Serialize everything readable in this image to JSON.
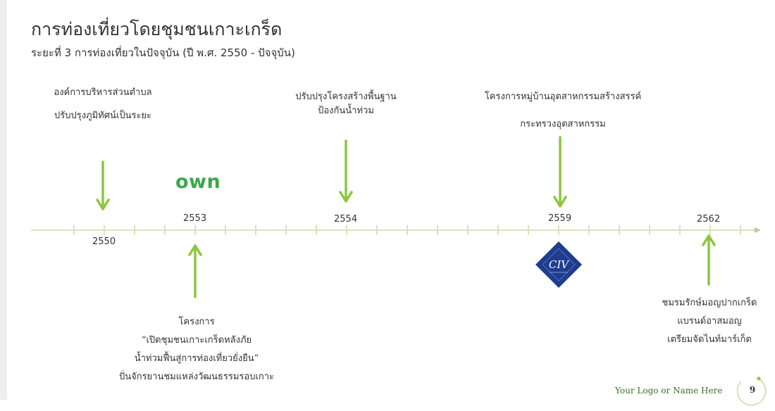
{
  "header": {
    "title": "การท่องเที่ยวโดยชุมชนเกาะเกร็ด",
    "subtitle": "ระยะที่ 3 การท่องเที่ยวในปัจจุบัน (ปี พ.ศ. 2550 - ปัจจุบัน)"
  },
  "timeline": {
    "years": [
      "2550",
      "2553",
      "2554",
      "2559",
      "2562"
    ],
    "events": [
      {
        "year": "2550",
        "lines": [
          "องค์การบริหารส่วนตำบล",
          "ปรับปรุงภูมิทัศน์เป็นระยะ"
        ]
      },
      {
        "year": "2553",
        "lines": [
          "โครงการ",
          "“เปิดชุมชนเกาะเกร็ดหลังภัย",
          "น้ำท่วมฟื้นสู่การท่องเที่ยวยั่งยืน”",
          "ปั่นจักรยานชมแหล่งวัฒนธรรมรอบเกาะ"
        ]
      },
      {
        "year": "2554",
        "lines": [
          "ปรับปรุงโครงสร้างพื้นฐาน",
          "ป้องกันน้ำท่วม"
        ]
      },
      {
        "year": "2559",
        "lines": [
          "โครงการหมู่บ้านอุตสาหกรรมสร้างสรรค์",
          "กระทรวงอุตสาหกรรม"
        ]
      },
      {
        "year": "2562",
        "lines": [
          "ชมรมรักษ์มอญปากเกร็ด",
          "แบรนด์อาสมอญ",
          "เตรียมจัดไนท์มาร์เก็ต"
        ]
      }
    ],
    "logos": {
      "own": "own",
      "civ": "CIV"
    }
  },
  "footer": {
    "logo_text": "Your Logo or Name Here",
    "page_number": "9"
  },
  "colors": {
    "arrow": "#8dc63f",
    "axis": "#c8dbaa",
    "own_logo": "#3aa84a",
    "civ_logo": "#1f3c8f",
    "footer_text": "#3c6e2a"
  }
}
